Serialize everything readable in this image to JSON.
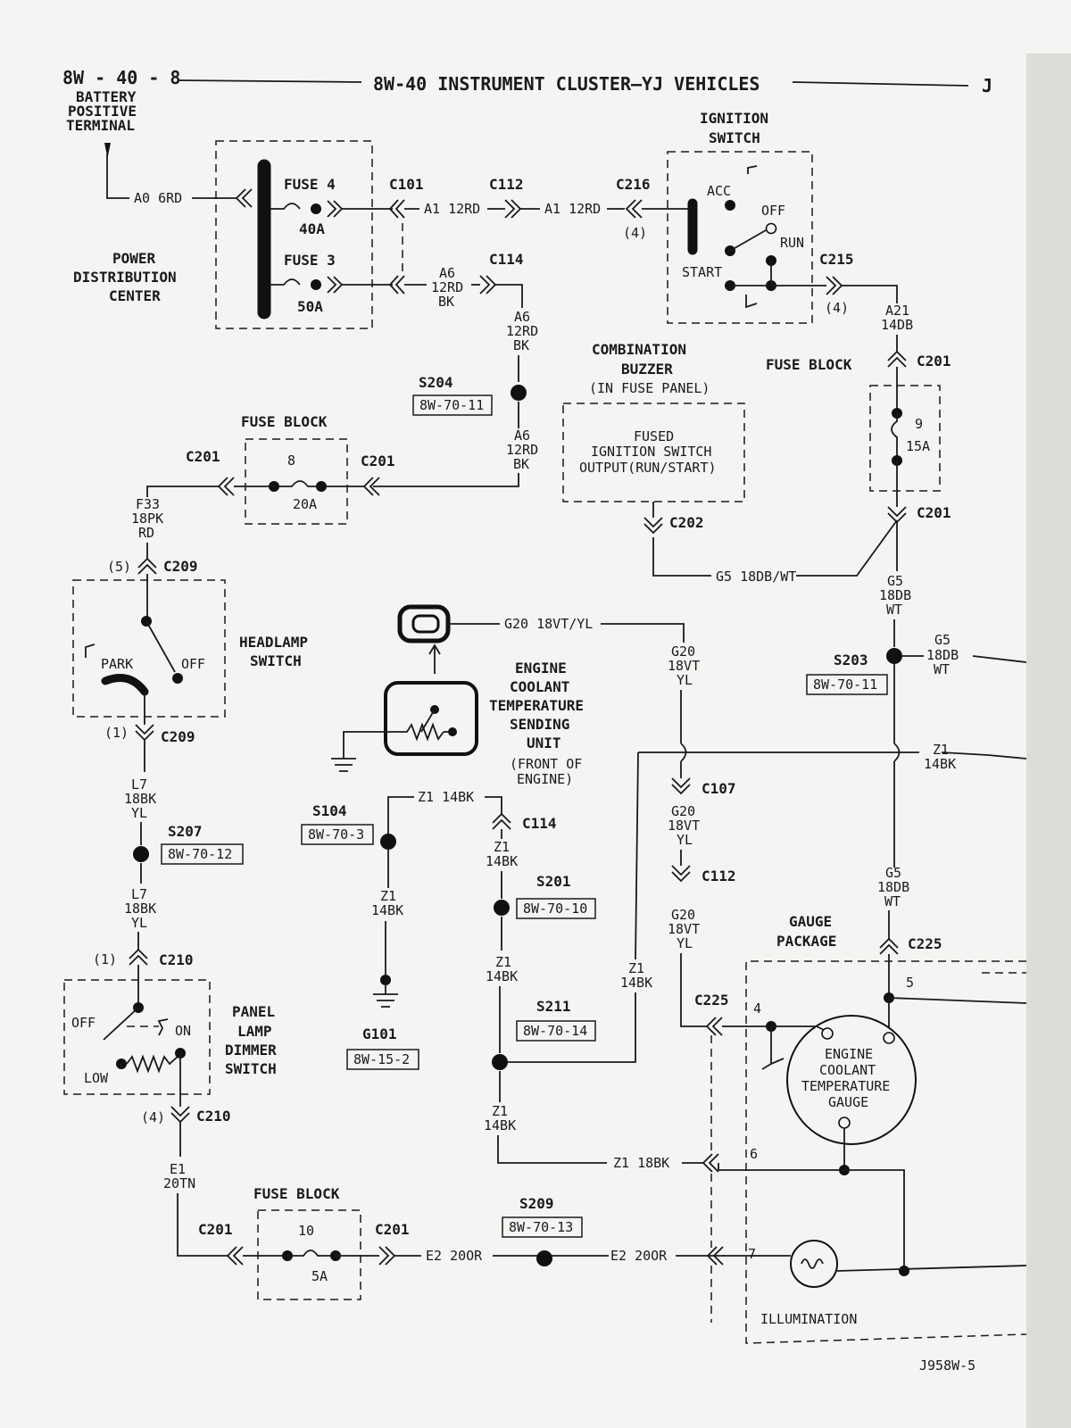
{
  "header": {
    "page_code": "8W - 40 - 8",
    "title": "8W-40 INSTRUMENT CLUSTER—YJ VEHICLES",
    "corner": "J"
  },
  "battery": {
    "line1": "BATTERY",
    "line2": "POSITIVE",
    "line3": "TERMINAL",
    "wire": "A0 6RD"
  },
  "pdc": {
    "line1": "POWER",
    "line2": "DISTRIBUTION",
    "line3": "CENTER",
    "fuse4_label": "FUSE 4",
    "fuse4_rating": "40A",
    "fuse3_label": "FUSE 3",
    "fuse3_rating": "50A"
  },
  "connectors": {
    "c101": "C101",
    "c112": "C112",
    "c114": "C114",
    "c216": "C216",
    "c215": "C215",
    "c201": "C201",
    "c202": "C202",
    "c209": "C209",
    "c210": "C210",
    "c107": "C107",
    "c225": "C225"
  },
  "wires": {
    "a1": "A1 12RD",
    "a6_1": "A6",
    "a6_2": "12RD",
    "a6_3": "BK",
    "a21_1": "A21",
    "a21_2": "14DB",
    "f33_1": "F33",
    "f33_2": "18PK",
    "f33_3": "RD",
    "g5_h": "G5 18DB/WT",
    "g5_1": "G5",
    "g5_2": "18DB",
    "g5_3": "WT",
    "g20_h": "G20 18VT/YL",
    "g20_1": "G20",
    "g20_2": "18VT",
    "g20_3": "YL",
    "l7_1": "L7",
    "l7_2": "18BK",
    "l7_3": "YL",
    "z1_h": "Z1 14BK",
    "z1_1": "Z1",
    "z1_2": "14BK",
    "z1_18": "Z1 18BK",
    "e1_1": "E1",
    "e1_2": "20TN",
    "e2": "E2 20OR"
  },
  "pins": {
    "p4": "(4)",
    "p5": "(5)",
    "p1": "(1)",
    "n4": "4",
    "n5": "5",
    "n6": "6",
    "n7": "7"
  },
  "ignition": {
    "title1": "IGNITION",
    "title2": "SWITCH",
    "acc": "ACC",
    "off": "OFF",
    "run": "RUN",
    "start": "START"
  },
  "fuse_block": {
    "title": "FUSE BLOCK",
    "f9": "9",
    "f9_rating": "15A",
    "f8": "8",
    "f8_rating": "20A",
    "f10": "10",
    "f10_rating": "5A"
  },
  "buzzer": {
    "title1": "COMBINATION",
    "title2": "BUZZER",
    "note": "(IN FUSE PANEL)",
    "body1": "FUSED",
    "body2": "IGNITION SWITCH",
    "body3": "OUTPUT(RUN/START)"
  },
  "splices": {
    "s204": "S204",
    "s204_ref": "8W-70-11",
    "s203": "S203",
    "s203_ref": "8W-70-11",
    "s207": "S207",
    "s207_ref": "8W-70-12",
    "s104": "S104",
    "s104_ref": "8W-70-3",
    "s201": "S201",
    "s201_ref": "8W-70-10",
    "s211": "S211",
    "s211_ref": "8W-70-14",
    "g101": "G101",
    "g101_ref": "8W-15-2",
    "s209": "S209",
    "s209_ref": "8W-70-13"
  },
  "headlamp": {
    "title1": "HEADLAMP",
    "title2": "SWITCH",
    "park": "PARK",
    "off": "OFF"
  },
  "sender": {
    "title1": "ENGINE",
    "title2": "COOLANT",
    "title3": "TEMPERATURE",
    "title4": "SENDING",
    "title5": "UNIT",
    "note1": "(FRONT OF",
    "note2": "ENGINE)"
  },
  "dimmer": {
    "title1": "PANEL",
    "title2": "LAMP",
    "title3": "DIMMER",
    "title4": "SWITCH",
    "off": "OFF",
    "on": "ON",
    "low": "LOW"
  },
  "gauge_package": {
    "title1": "GAUGE",
    "title2": "PACKAGE"
  },
  "gauge": {
    "line1": "ENGINE",
    "line2": "COOLANT",
    "line3": "TEMPERATURE",
    "line4": "GAUGE"
  },
  "illumination": {
    "label": "ILLUMINATION"
  },
  "footer": {
    "code": "J958W-5"
  }
}
